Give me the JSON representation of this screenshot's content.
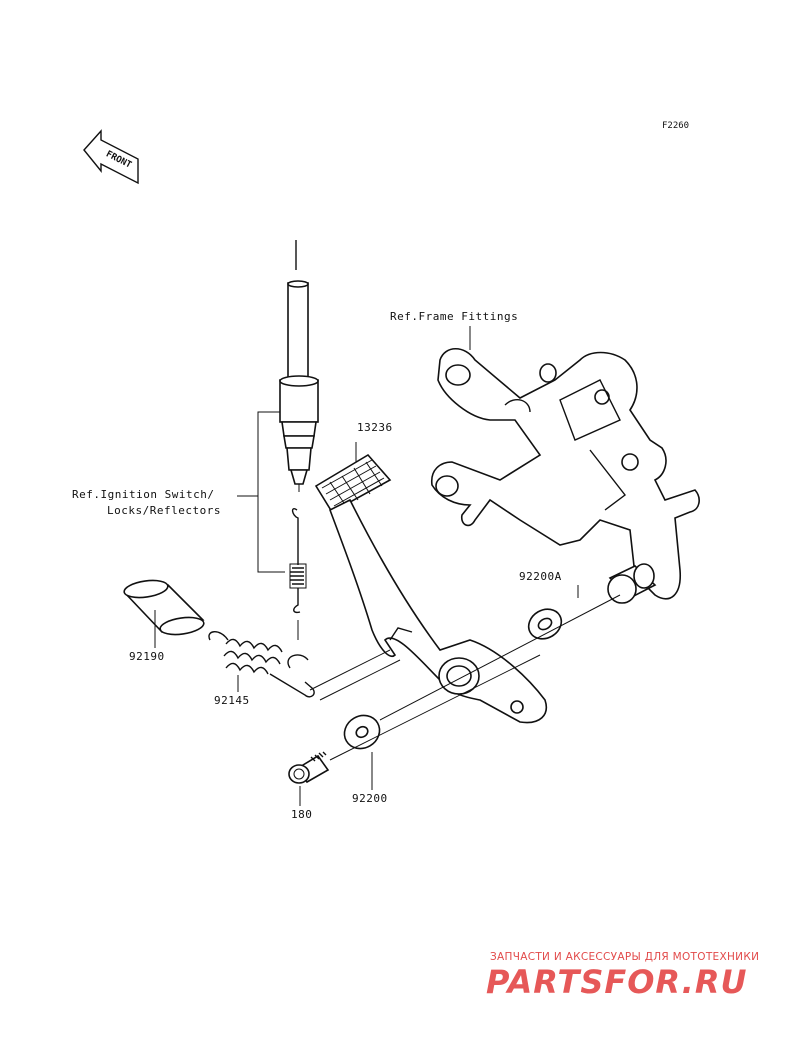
{
  "diagram_code": "F2260",
  "front_arrow_text": "FRONT",
  "labels": {
    "frame_fittings": "Ref.Frame Fittings",
    "part_13236": "13236",
    "ignition_line1": "Ref.Ignition Switch/",
    "ignition_line2": "Locks/Reflectors",
    "part_92200A": "92200A",
    "part_92190": "92190",
    "part_92145": "92145",
    "part_180": "180",
    "part_92200": "92200"
  },
  "watermark": {
    "tagline": "ЗАПЧАСТИ И АКСЕССУАРЫ ДЛЯ МОТОТЕХНИКИ",
    "logo": "PARTSFOR.RU"
  }
}
